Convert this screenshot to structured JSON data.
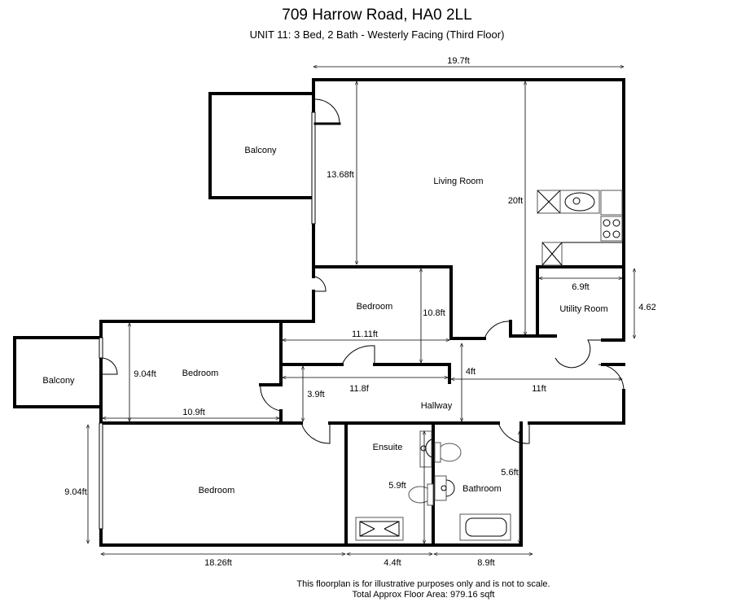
{
  "header": {
    "title": "709 Harrow Road, HA0 2LL",
    "subtitle": "UNIT 11: 3 Bed, 2 Bath - Westerly Facing (Third Floor)"
  },
  "rooms": {
    "balcony_top": "Balcony",
    "living_room": "Living Room",
    "bedroom_center": "Bedroom",
    "utility_room": "Utility Room",
    "balcony_left": "Balcony",
    "bedroom_left": "Bedroom",
    "hallway": "Hallway",
    "ensuite": "Ensuite",
    "bathroom": "Bathroom",
    "bedroom_bottom": "Bedroom"
  },
  "dimensions": {
    "top_width": "19.7ft",
    "living_height": "13.68ft",
    "living_depth": "20ft",
    "utility_width": "6.9ft",
    "utility_height": "4.62",
    "bedroom_center_height": "10.8ft",
    "bedroom_center_width": "11.11ft",
    "bedroom_left_height": "9.04ft",
    "bedroom_left_width": "10.9ft",
    "hallway_height": "3.9ft",
    "hallway_width_left": "11.8f",
    "hallway_height_right": "4ft",
    "hallway_width_right": "11ft",
    "ensuite_height": "5.9ft",
    "bathroom_height": "5.6ft",
    "bedroom_bottom_height": "9.04ft",
    "bottom_width_1": "18.26ft",
    "bottom_width_2": "4.4ft",
    "bottom_width_3": "8.9ft"
  },
  "footer": {
    "disclaimer": "This floorplan is for illustrative purposes only and is not to scale.",
    "area": "Total Approx Floor Area: 979.16 sqft"
  }
}
